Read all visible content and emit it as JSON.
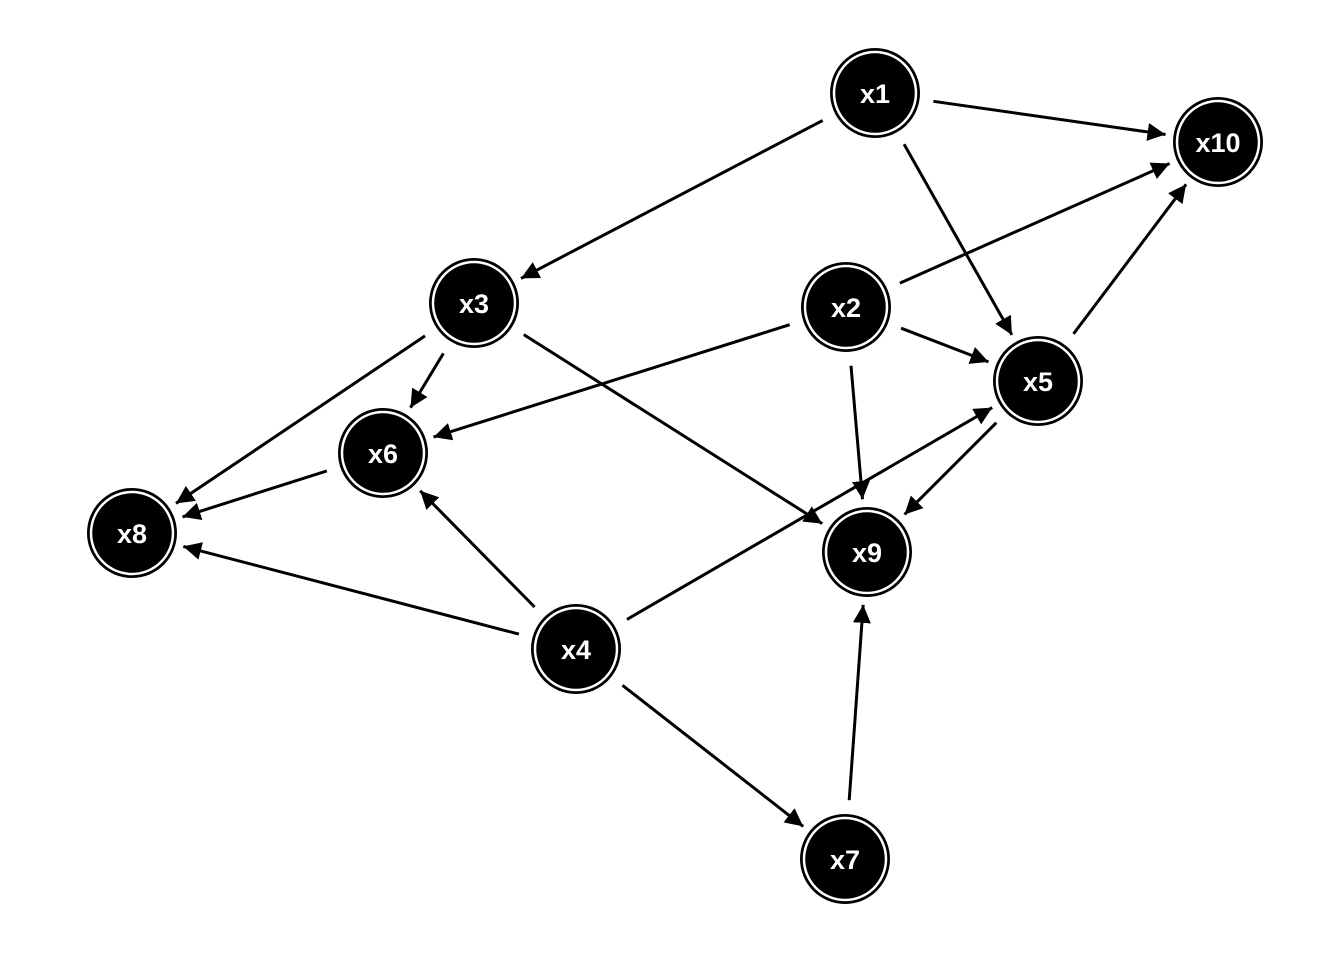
{
  "diagram": {
    "type": "directed-graph",
    "colors": {
      "background": "#ffffff",
      "node_fill": "#000000",
      "node_ring": "#ffffff",
      "label": "#ffffff",
      "edge": "#000000"
    },
    "nodes": [
      {
        "id": "x1",
        "label": "x1"
      },
      {
        "id": "x2",
        "label": "x2"
      },
      {
        "id": "x3",
        "label": "x3"
      },
      {
        "id": "x4",
        "label": "x4"
      },
      {
        "id": "x5",
        "label": "x5"
      },
      {
        "id": "x6",
        "label": "x6"
      },
      {
        "id": "x7",
        "label": "x7"
      },
      {
        "id": "x8",
        "label": "x8"
      },
      {
        "id": "x9",
        "label": "x9"
      },
      {
        "id": "x10",
        "label": "x10"
      }
    ],
    "edges": [
      {
        "from": "x1",
        "to": "x10"
      },
      {
        "from": "x1",
        "to": "x3"
      },
      {
        "from": "x1",
        "to": "x5"
      },
      {
        "from": "x2",
        "to": "x10"
      },
      {
        "from": "x2",
        "to": "x5"
      },
      {
        "from": "x2",
        "to": "x6"
      },
      {
        "from": "x2",
        "to": "x9"
      },
      {
        "from": "x3",
        "to": "x6"
      },
      {
        "from": "x3",
        "to": "x8"
      },
      {
        "from": "x3",
        "to": "x9"
      },
      {
        "from": "x5",
        "to": "x10"
      },
      {
        "from": "x5",
        "to": "x9"
      },
      {
        "from": "x6",
        "to": "x8"
      },
      {
        "from": "x4",
        "to": "x8"
      },
      {
        "from": "x4",
        "to": "x6"
      },
      {
        "from": "x4",
        "to": "x5"
      },
      {
        "from": "x4",
        "to": "x7"
      },
      {
        "from": "x7",
        "to": "x9"
      }
    ]
  }
}
